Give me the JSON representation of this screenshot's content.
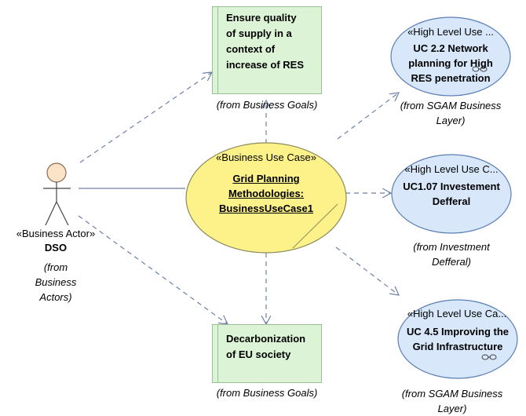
{
  "diagram": {
    "actor": {
      "stereotype": "«Business Actor»",
      "name": "DSO",
      "origin": [
        "(from",
        "Business",
        "Actors)"
      ]
    },
    "business_use_case": {
      "stereotype": "«Business Use Case»",
      "name": [
        "Grid Planning",
        "Methodologies:",
        "BusinessUseCase1"
      ]
    },
    "goals": [
      {
        "lines": [
          "Ensure quality",
          "of supply in a",
          "context of",
          "increase of RES"
        ],
        "origin": "(from Business Goals)"
      },
      {
        "lines": [
          "Decarbonization",
          "of EU society"
        ],
        "origin": "(from Business Goals)"
      }
    ],
    "high_level_use_cases": [
      {
        "stereotype": "«High Level Use ...",
        "name": [
          "UC 2.2 Network",
          "planning for High",
          "RES penetration"
        ],
        "origin": [
          "(from SGAM Business",
          "Layer)"
        ]
      },
      {
        "stereotype": "«High Level Use C...",
        "name": [
          "UC1.07 Investement",
          "Defferal"
        ],
        "origin": [
          "(from Investment",
          "Defferal)"
        ]
      },
      {
        "stereotype": "«High Level Use Ca...",
        "name": [
          "UC 4.5 Improving the",
          "Grid Infrastructure"
        ],
        "origin": [
          "(from SGAM Business",
          "Layer)"
        ]
      }
    ],
    "colors": {
      "business_use_case_fill": "#fdf28a",
      "high_level_fill": "#d8e8fa",
      "goal_fill": "#dcf3d6",
      "actor_head": "#fbe3c7",
      "connector": "#6e7fa8"
    }
  }
}
